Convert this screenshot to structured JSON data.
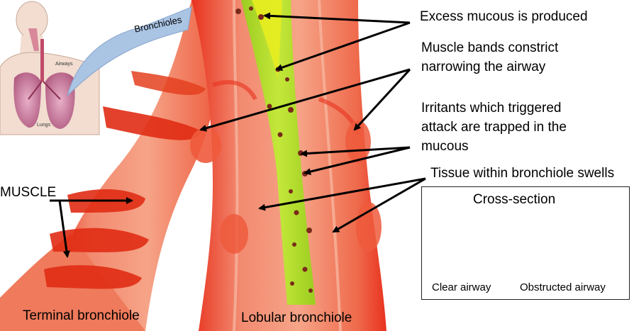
{
  "inset": {
    "bubble_label": "Bronchioles",
    "airways_label": "Airways",
    "lungs_label": "Lungs"
  },
  "annotations": {
    "excess_mucous": "Excess mucous is produced",
    "muscle_bands_line1": "Muscle bands constrict",
    "muscle_bands_line2": "narrowing the airway",
    "irritants_line1": "Irritants which triggered",
    "irritants_line2": "attack are trapped in the",
    "irritants_line3": "mucous",
    "tissue_swells": "Tissue within bronchiole swells",
    "muscle": "MUSCLE"
  },
  "bottom_labels": {
    "terminal": "Terminal bronchiole",
    "lobular": "Lobular bronchiole"
  },
  "cross_section": {
    "title": "Cross-section",
    "clear": "Clear airway",
    "obstructed": "Obstructed airway"
  },
  "colors": {
    "muscle_red": "#e8321e",
    "muscle_light": "#f08a6e",
    "mucous_green": "#b8e02a",
    "mucous_yellow": "#e8ec20",
    "arrow_black": "#000000",
    "bubble_blue": "#aac4e4"
  }
}
